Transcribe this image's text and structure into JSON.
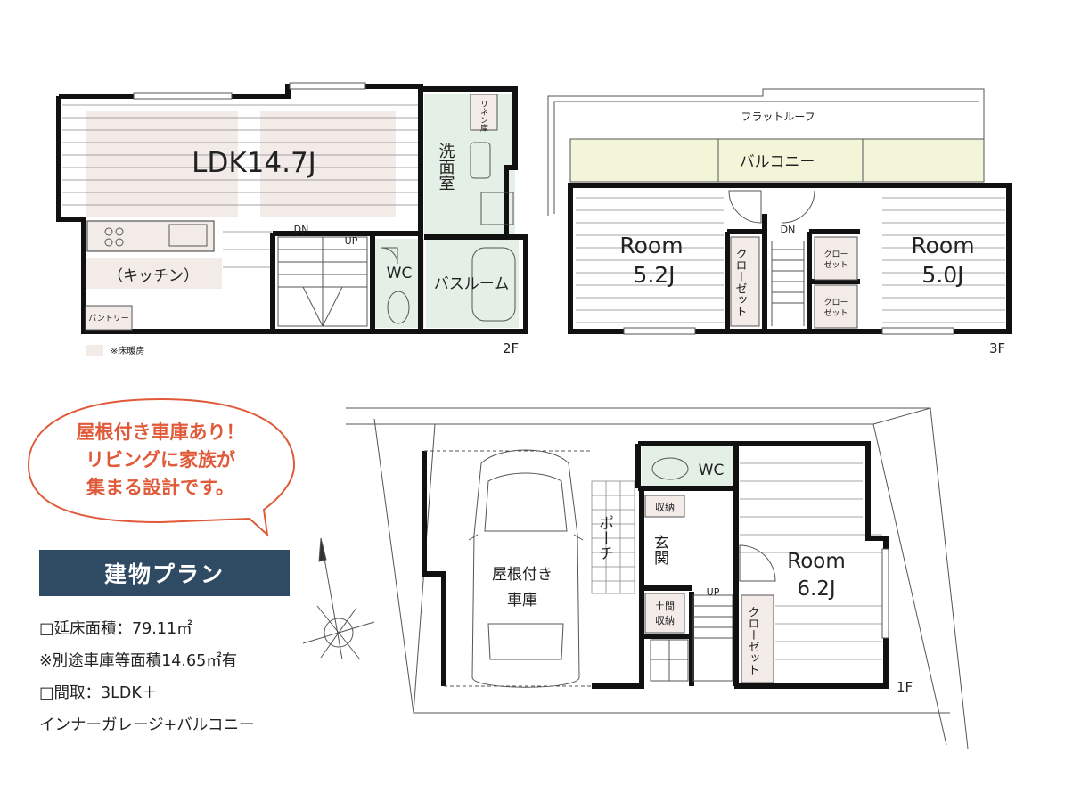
{
  "floor2": {
    "ldk": "LDK14.7J",
    "kitchen": "（キッチン）",
    "pantry": "パントリー",
    "linen": "リネン庫",
    "washroom": "洗面室",
    "bathroom": "バスルーム",
    "wc": "WC",
    "dn": "DN",
    "up": "UP",
    "floor_label": "2F",
    "legend": "※床暖房"
  },
  "floor3": {
    "flat_roof": "フラットルーフ",
    "balcony": "バルコニー",
    "room_left_name": "Room",
    "room_left_size": "5.2J",
    "room_right_name": "Room",
    "room_right_size": "5.0J",
    "closet": "クローゼット",
    "closet_small_1": "クロー",
    "closet_small_2": "ゼット",
    "dn": "DN",
    "floor_label": "3F"
  },
  "floor1": {
    "garage_1": "屋根付き",
    "garage_2": "車庫",
    "porch": "ポーチ",
    "entrance": "玄関",
    "storage": "収納",
    "doma_1": "土間",
    "doma_2": "収納",
    "wc": "WC",
    "room_name": "Room",
    "room_size": "6.2J",
    "closet": "クローゼット",
    "up": "UP",
    "floor_label": "1F"
  },
  "bubble": {
    "line1": "屋根付き車庫あり！",
    "line2": "リビングに家族が",
    "line3": "集まる設計です。"
  },
  "plan_title": "建物プラン",
  "info": {
    "line1": "□延床面積：79.11㎡",
    "line2": "※別途車庫等面積14.65㎡有",
    "line3": "□間取：3LDK＋",
    "line4": "インナーガレージ+バルコニー"
  },
  "colors": {
    "heating": "#f3ebe7",
    "wet_area": "#e4efe6",
    "closet": "#f3ebe7",
    "balcony": "#f3f5d8",
    "bubble_stroke": "#e05a3a",
    "bubble_text": "#e05a3a",
    "title_bg": "#2f4a63"
  },
  "icons": [
    "compass-icon",
    "toilet-icon",
    "sink-icon",
    "bathtub-icon",
    "car-icon",
    "stair-icon",
    "door-icon",
    "window-icon"
  ]
}
